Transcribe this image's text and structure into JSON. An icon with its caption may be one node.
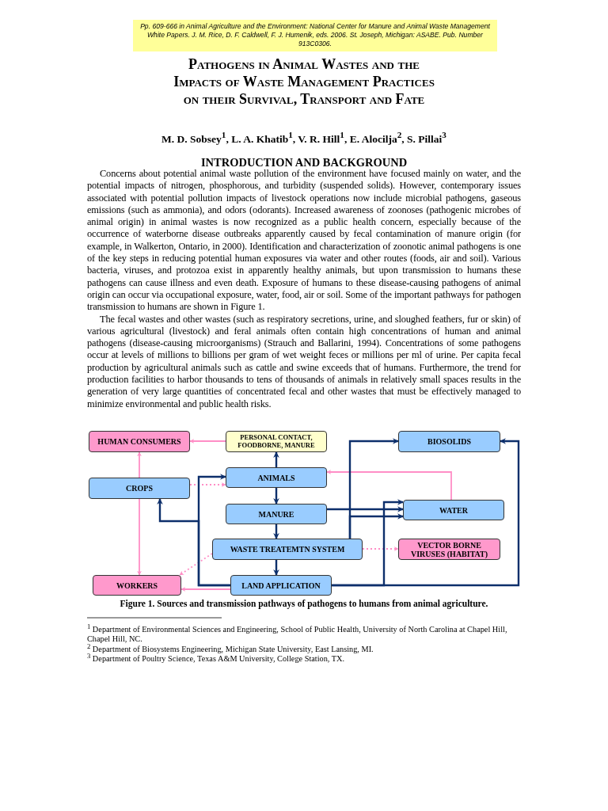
{
  "diagram": {
    "title": "Pathogens in Animal Wastes and the Impacts of Waste Management Practices on their Survival, Transport and Fate",
    "caption": "Figure 1. Sources and transmission pathways of pathogens to humans from animal agriculture.",
    "nodes": [
      {
        "text": [
          "HUMAN CONSUMERS"
        ]
      },
      {
        "text": [
          "PERSONAL CONTACT, FOODBORNE, MANURE"
        ]
      },
      {
        "text": [
          "BIOSOLIDS"
        ]
      },
      {
        "text": [
          "CROPS"
        ]
      },
      {
        "text": [
          "ANIMALS"
        ]
      },
      {
        "text": [
          "MANURE"
        ]
      },
      {
        "text": [
          "WATER"
        ]
      },
      {
        "text": [
          "WASTE TREATEMTN SYSTEM"
        ]
      },
      {
        "text": [
          "VECTOR BORNE VIRUSES (HABITAT)"
        ]
      },
      {
        "text": [
          "WORKERS"
        ]
      },
      {
        "text": [
          "LAND APPLICATION"
        ]
      }
    ],
    "edges": [
      {
        "from": 1,
        "to": 0,
        "arrow": "to",
        "color": "#ff8ec6"
      },
      {
        "from": 4,
        "to": 1,
        "arrow": "to"
      },
      {
        "from": 3,
        "to": 0,
        "arrow": "to",
        "color": "#ff8ec6"
      },
      {
        "from": 3,
        "to": 9,
        "arrow": "to",
        "color": "#ff8ec6"
      },
      {
        "from": 3,
        "to": 4,
        "arrow": "to",
        "style": "dashed",
        "color": "#ff8ec6"
      },
      {
        "from": 6,
        "to": 4,
        "arrow": "to",
        "color": "#ff8ec6"
      },
      {
        "from": 4,
        "to": 5,
        "arrow": "to"
      },
      {
        "from": 5,
        "to": 6,
        "arrow": "to"
      },
      {
        "from": 5,
        "to": 7,
        "arrow": "to"
      },
      {
        "from": 7,
        "to": 2,
        "arrow": "to"
      },
      {
        "from": 7,
        "to": 6,
        "arrow": "to"
      },
      {
        "from": 7,
        "to": 8,
        "arrow": "to",
        "style": "dashed",
        "color": "#ff8ec6"
      },
      {
        "from": 7,
        "to": 9,
        "arrow": "to",
        "style": "dashed",
        "color": "#ff8ec6"
      },
      {
        "from": 7,
        "to": 10,
        "arrow": "to"
      },
      {
        "from": 10,
        "to": 9,
        "arrow": "to",
        "color": "#ff8ec6"
      },
      {
        "from": 10,
        "to": 4,
        "arrow": "to"
      },
      {
        "from": 10,
        "to": 3,
        "arrow": "to"
      },
      {
        "from": 10,
        "to": 6,
        "arrow": "to"
      },
      {
        "from": 10,
        "to": 2,
        "arrow": "to"
      }
    ],
    "labels": [
      "Pp. 609-666 in Animal Agriculture and the Environment: National Center for Manure and Animal Waste Management White Papers. J. M. Rice, D. F. Caldwell, F. J. Humenik, eds. 2006. St. Joseph, Michigan: ASABE. Pub. Number 913C0306.",
      "M. D. Sobsey$^{1}$, L. A. Khatib$^{1}$, V. R. Hill$^{1}$, E. Alocilja$^{2}$, S. Pillai$^{3}$",
      "INTRODUCTION AND BACKGROUND",
      "Concerns about potential animal waste pollution of the environment have focused mainly on water, and the potential impacts of nitrogen, phosphorous, and turbidity (suspended solids). However, contemporary issues associated with potential pollution impacts of livestock operations now include microbial pathogens, gaseous emissions (such as ammonia), and odors (odorants). Increased awareness of zoonoses (pathogenic microbes of animal origin) in animal wastes is now recognized as a public health concern, especially because of the occurrence of waterborne disease outbreaks apparently caused by fecal contamination of manure origin (for example, in Walkerton, Ontario, in 2000). Identification and characterization of zoonotic animal pathogens is one of the key steps in reducing potential human exposures via water and other routes (foods, air and soil). Various bacteria, viruses, and protozoa exist in apparently healthy animals, but upon transmission to humans these pathogens can cause illness and even death. Exposure of humans to these disease-causing pathogens of animal origin can occur via occupational exposure, water, food, air or soil. Some of the important pathways for pathogen transmission to humans are shown in Figure 1.",
      "The fecal wastes and other wastes (such as respiratory secretions, urine, and sloughed feathers, fur or skin) of various agricultural (livestock) and feral animals often contain high concentrations of human and animal pathogens (disease-causing microorganisms) (Strauch and Ballarini, 1994). Concentrations of some pathogens occur at levels of millions to billions per gram of wet weight feces or millions per ml of urine. Per capita fecal production by agricultural animals such as cattle and swine exceeds that of humans. Furthermore, the trend for production facilities to harbor thousands to tens of thousands of animals in relatively small spaces results in the generation of very large quantities of concentrated fecal and other wastes that must be effectively managed to minimize environmental and public health risks.",
      "$^{1}$ Department of Environmental Sciences and Engineering, School of Public Health, University of North Carolina at Chapel Hill, Chapel Hill, NC.",
      "$^{2}$ Department of Biosystems Engineering, Michigan State University, East Lansing, MI.",
      "$^{3}$ Department of Poultry Science, Texas A&M University, College Station, TX."
    ]
  }
}
